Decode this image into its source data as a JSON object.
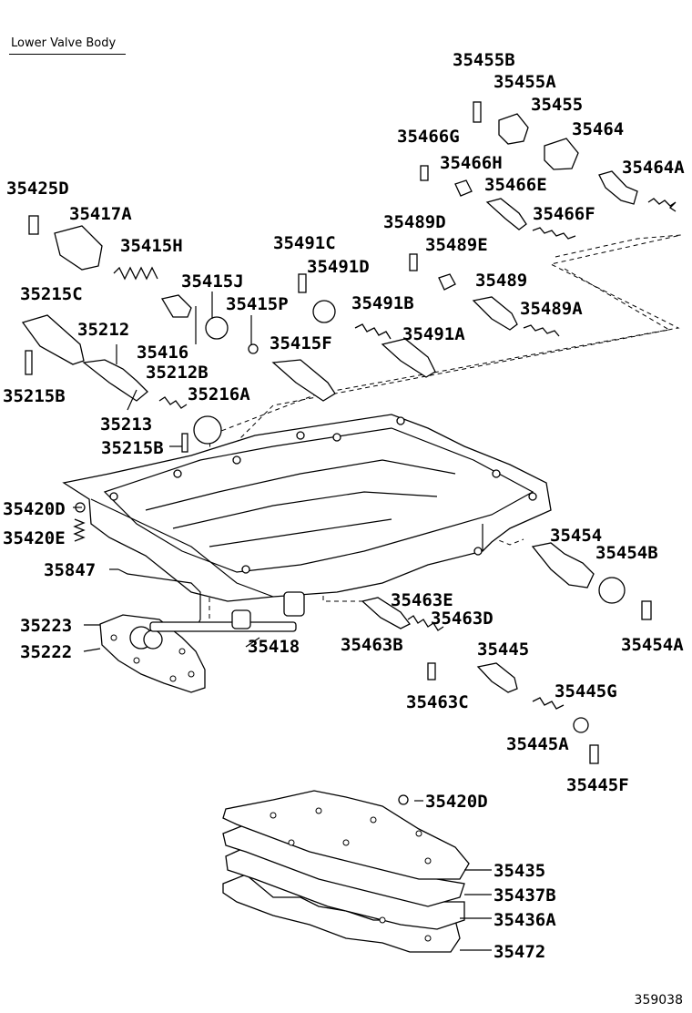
{
  "diagram": {
    "title": "Lower Valve Body",
    "reference_code": "359038",
    "labels": {
      "p35455B": "35455B",
      "p35455A": "35455A",
      "p35455": "35455",
      "p35464": "35464",
      "p35466G": "35466G",
      "p35464A": "35464A",
      "p35466H": "35466H",
      "p35466E": "35466E",
      "p35466F": "35466F",
      "p35425D": "35425D",
      "p35417A": "35417A",
      "p35489D": "35489D",
      "p35491C": "35491C",
      "p35489E": "35489E",
      "p35415H": "35415H",
      "p35491D": "35491D",
      "p35415J": "35415J",
      "p35489": "35489",
      "p35215C": "35215C",
      "p35415P": "35415P",
      "p35491B": "35491B",
      "p35489A": "35489A",
      "p35212": "35212",
      "p35491A": "35491A",
      "p35416": "35416",
      "p35415F": "35415F",
      "p35212B": "35212B",
      "p35215B_left": "35215B",
      "p35216A": "35216A",
      "p35213": "35213",
      "p35215B": "35215B",
      "p35420D_left": "35420D",
      "p35420E": "35420E",
      "p35454": "35454",
      "p35454B": "35454B",
      "p35847": "35847",
      "p35463E": "35463E",
      "p35223": "35223",
      "p35463D": "35463D",
      "p35454A": "35454A",
      "p35222": "35222",
      "p35418": "35418",
      "p35463B": "35463B",
      "p35445": "35445",
      "p35445G": "35445G",
      "p35463C": "35463C",
      "p35445A": "35445A",
      "p35445F": "35445F",
      "p35420D_bottom": "35420D",
      "p35435": "35435",
      "p35437B": "35437B",
      "p35436A": "35436A",
      "p35472": "35472"
    }
  }
}
